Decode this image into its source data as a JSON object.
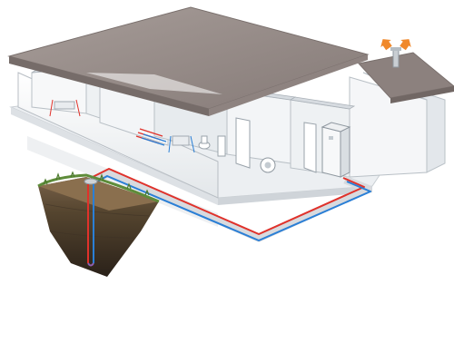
{
  "diagram": {
    "kind": "ground-source heat pump house cutaway",
    "colors": {
      "roof": "#8f8481",
      "roof_light": "#b3a9a5",
      "wall": "#f4f5f6",
      "wall_shade": "#d9dde1",
      "floor": "#e9ecef",
      "soil_top": "#6b5640",
      "soil_mid": "#4a3c2c",
      "soil_deep": "#2f261c",
      "grass": "#5e8c3a",
      "pipe_hot": "#e0322b",
      "pipe_cold": "#2a7fd6",
      "pipe_casing": "#d8dade",
      "vent_arrow": "#f0882a"
    },
    "components": [
      "roof",
      "rooms",
      "floor-heating",
      "radiators",
      "heat-pump",
      "collector-pipe",
      "borehole",
      "ventilation-exhaust"
    ]
  }
}
